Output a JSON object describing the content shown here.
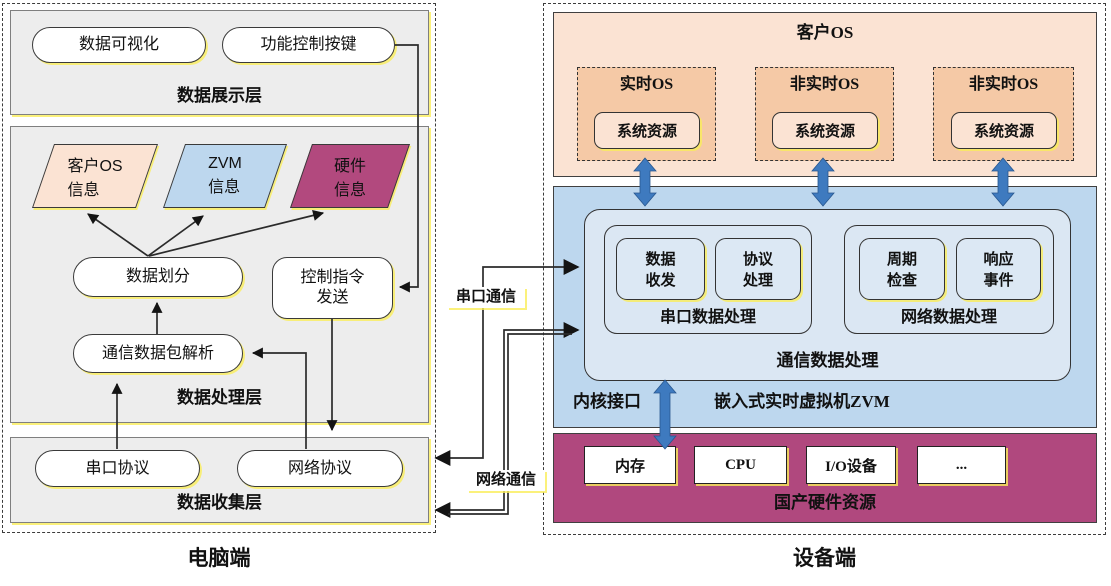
{
  "colors": {
    "peach": "#fbe3d3",
    "peach_dark": "#f5c9a6",
    "light_blue": "#bdd7ee",
    "lighter_blue": "#dbe7f3",
    "magenta": "#b0487e",
    "arrow_blue": "#3e7abf",
    "layer_gray": "#ededed"
  },
  "computer": {
    "caption": "电脑端",
    "display": {
      "title": "数据展示层",
      "visualization": "数据可视化",
      "control_buttons": "功能控制按键"
    },
    "process": {
      "title": "数据处理层",
      "guest_os_info": "客户OS\n信息",
      "zvm_info": "ZVM\n信息",
      "hardware_info": "硬件\n信息",
      "data_partition": "数据划分",
      "control_cmd_send": "控制指令\n发送",
      "packet_parse": "通信数据包解析"
    },
    "collect": {
      "title": "数据收集层",
      "serial_protocol": "串口协议",
      "network_protocol": "网络协议"
    }
  },
  "links": {
    "serial": "串口通信",
    "network": "网络通信"
  },
  "device": {
    "caption": "设备端",
    "guest_os": {
      "title": "客户OS",
      "vms": [
        {
          "name": "实时OS",
          "resource": "系统资源"
        },
        {
          "name": "非实时OS",
          "resource": "系统资源"
        },
        {
          "name": "非实时OS",
          "resource": "系统资源"
        }
      ]
    },
    "zvm": {
      "title": "嵌入式实时虚拟机ZVM",
      "kernel_interface": "内核接口",
      "comm": {
        "title": "通信数据处理",
        "serial": {
          "title": "串口数据处理",
          "items": [
            "数据\n收发",
            "协议\n处理"
          ]
        },
        "network": {
          "title": "网络数据处理",
          "items": [
            "周期\n检查",
            "响应\n事件"
          ]
        }
      }
    },
    "hardware": {
      "title": "国产硬件资源",
      "items": [
        "内存",
        "CPU",
        "I/O设备",
        "..."
      ]
    }
  }
}
